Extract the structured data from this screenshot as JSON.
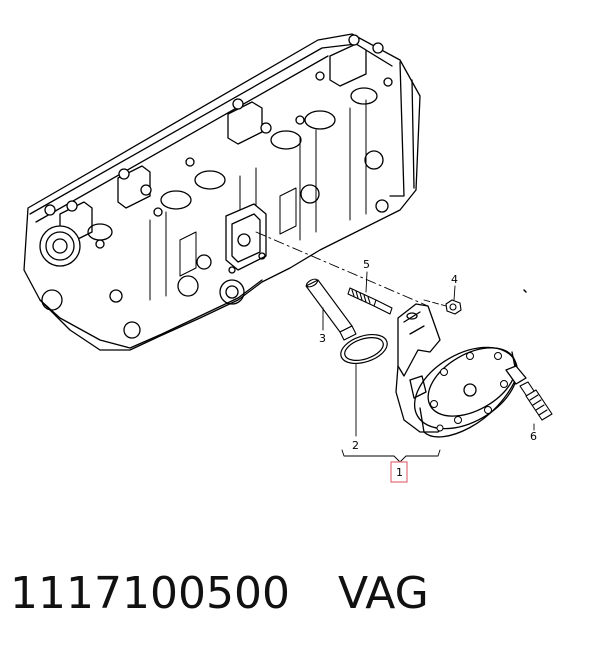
{
  "diagram": {
    "callouts": {
      "c1": "1",
      "c2": "2",
      "c3": "3",
      "c4": "4",
      "c5": "5",
      "c6": "6"
    },
    "highlight_color": "#e0707a"
  },
  "caption": {
    "part_number": "1117100500",
    "brand": "VAG"
  }
}
